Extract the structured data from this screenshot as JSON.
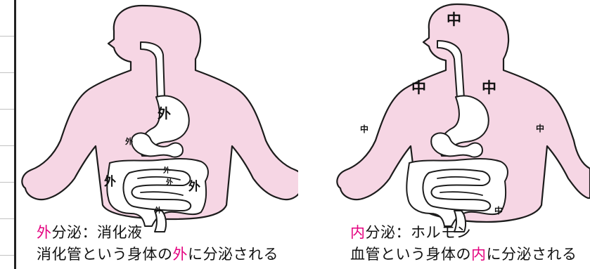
{
  "accent_color": "#e4007f",
  "body_color": "#f6d6e4",
  "exocrine": {
    "organ_labels": [
      "外",
      "外",
      "外",
      "外",
      "外",
      "外",
      "外"
    ],
    "caption_line1": {
      "mark": "外",
      "rest": "分泌：消化液"
    },
    "caption_line2": {
      "before": "消化管という身体の",
      "mark": "外",
      "after": "に分泌される"
    }
  },
  "endocrine": {
    "body_labels": [
      "中",
      "中",
      "中",
      "中",
      "中",
      "中"
    ],
    "caption_line1": {
      "mark": "内",
      "rest": "分泌：ホルモン"
    },
    "caption_line2": {
      "before": "血管という身体の",
      "mark": "内",
      "after": "に分泌される"
    }
  }
}
